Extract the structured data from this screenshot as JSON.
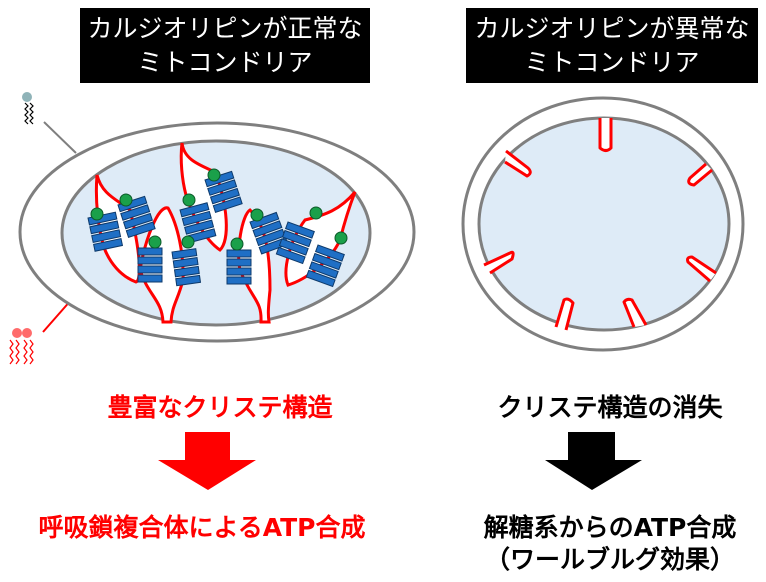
{
  "left": {
    "header_line1": "カルジオリピンが正常な",
    "header_line2": "ミトコンドリア",
    "result": "豊富なクリステ構造",
    "outcome": "呼吸鎖複合体によるATP合成",
    "accent": "#ff0000"
  },
  "right": {
    "header_line1": "カルジオリピンが異常な",
    "header_line2": "ミトコンドリア",
    "result": "クリステ構造の消失",
    "outcome_line1": "解糖系からのATP合成",
    "outcome_line2": "（ワールブルグ効果）",
    "accent": "#000000"
  },
  "colors": {
    "membrane": "#7f7f7f",
    "matrix": "#deebf7",
    "cristae": "#ff0000",
    "complex": "#1f6fc5",
    "atp_synthase_head": "#1aa04a"
  }
}
